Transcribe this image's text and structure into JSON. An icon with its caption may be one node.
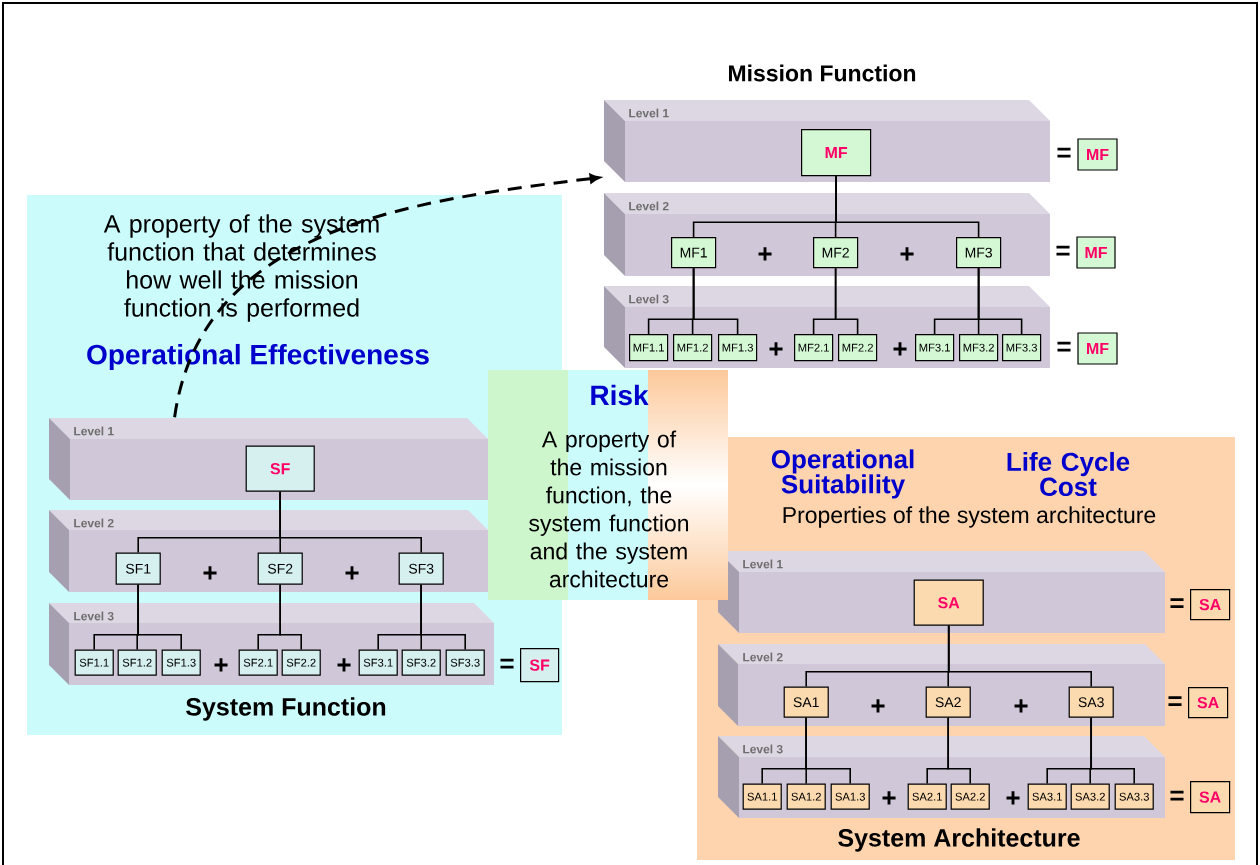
{
  "diagram": {
    "nodes": [
      {
        "text": [
          "Level 1"
        ]
      },
      {
        "text": [
          "MF"
        ],
        "in": 0
      },
      {
        "text": [
          "MF"
        ],
        "beside": [
          "="
        ]
      },
      {
        "text": [
          "Level 2"
        ]
      },
      {
        "text": [
          "MF1"
        ],
        "in": 3
      },
      {
        "text": [
          "MF2"
        ],
        "in": 3
      },
      {
        "text": [
          "MF3"
        ],
        "in": 3
      },
      {
        "text": [
          "MF"
        ],
        "beside": [
          "="
        ]
      },
      {
        "text": [
          "Level 3"
        ]
      },
      {
        "text": [
          "MF1.1"
        ],
        "in": 8
      },
      {
        "text": [
          "MF1.2"
        ],
        "in": 8
      },
      {
        "text": [
          "MF1.3"
        ],
        "in": 8
      },
      {
        "text": [
          "MF2.1"
        ],
        "in": 8
      },
      {
        "text": [
          "MF2.2"
        ],
        "in": 8
      },
      {
        "text": [
          "MF3.1"
        ],
        "in": 8
      },
      {
        "text": [
          "MF3.2"
        ],
        "in": 8
      },
      {
        "text": [
          "MF3.3"
        ],
        "in": 8
      },
      {
        "text": [
          "MF"
        ],
        "beside": [
          "="
        ]
      },
      {
        "text": [
          "A property of the system function that determines how well the mission function is performed",
          "Operational Effectiveness",
          "System Function"
        ]
      },
      {
        "text": [
          "Risk",
          "A property of the mission function, the system function and the system architecture"
        ]
      },
      {
        "text": [
          "Level 1"
        ],
        "in": 18
      },
      {
        "text": [
          "SF"
        ],
        "in": 20
      },
      {
        "text": [
          "Level 2"
        ],
        "in": 18
      },
      {
        "text": [
          "SF1"
        ],
        "in": 22
      },
      {
        "text": [
          "SF2"
        ],
        "in": 22
      },
      {
        "text": [
          "SF3"
        ],
        "in": 22
      },
      {
        "text": [
          "Level 3"
        ],
        "in": 18
      },
      {
        "text": [
          "SF1.1"
        ],
        "in": 26
      },
      {
        "text": [
          "SF1.2"
        ],
        "in": 26
      },
      {
        "text": [
          "SF1.3"
        ],
        "in": 26
      },
      {
        "text": [
          "SF2.1"
        ],
        "in": 26
      },
      {
        "text": [
          "SF2.2"
        ],
        "in": 26
      },
      {
        "text": [
          "SF3.1"
        ],
        "in": 26
      },
      {
        "text": [
          "SF3.2"
        ],
        "in": 26
      },
      {
        "text": [
          "SF3.3"
        ],
        "in": 26
      },
      {
        "text": [
          "SF"
        ],
        "beside": [
          "="
        ],
        "in": 18
      },
      {
        "text": [
          "Operational Suitability",
          "Life Cycle Cost",
          "Properties of the system architecture",
          "System Architecture"
        ]
      },
      {
        "text": [
          "Level 1"
        ],
        "in": 36
      },
      {
        "text": [
          "SA"
        ],
        "in": 37
      },
      {
        "text": [
          "SA"
        ],
        "beside": [
          "="
        ],
        "in": 36
      },
      {
        "text": [
          "Level 2"
        ],
        "in": 36
      },
      {
        "text": [
          "SA1"
        ],
        "in": 40
      },
      {
        "text": [
          "SA2"
        ],
        "in": 40
      },
      {
        "text": [
          "SA3"
        ],
        "in": 40
      },
      {
        "text": [
          "SA"
        ],
        "beside": [
          "="
        ],
        "in": 36
      },
      {
        "text": [
          "Level 3"
        ],
        "in": 36
      },
      {
        "text": [
          "SA1.1"
        ],
        "in": 45
      },
      {
        "text": [
          "SA1.2"
        ],
        "in": 45
      },
      {
        "text": [
          "SA1.3"
        ],
        "in": 45
      },
      {
        "text": [
          "SA2.1"
        ],
        "in": 45
      },
      {
        "text": [
          "SA2.2"
        ],
        "in": 45
      },
      {
        "text": [
          "SA3.1"
        ],
        "in": 45
      },
      {
        "text": [
          "SA3.2"
        ],
        "in": 45
      },
      {
        "text": [
          "SA3.3"
        ],
        "in": 45
      },
      {
        "text": [
          "SA"
        ],
        "beside": [
          "="
        ],
        "in": 36
      }
    ],
    "edges": [
      {
        "from": 20,
        "to": 0,
        "arrow": "to",
        "style": "dashed"
      },
      {
        "from": 1,
        "to": 4,
        "arrow": "none"
      },
      {
        "from": 1,
        "to": 5,
        "arrow": "none"
      },
      {
        "from": 1,
        "to": 6,
        "arrow": "none"
      },
      {
        "from": 4,
        "to": 9,
        "arrow": "none"
      },
      {
        "from": 4,
        "to": 10,
        "arrow": "none"
      },
      {
        "from": 4,
        "to": 11,
        "arrow": "none"
      },
      {
        "from": 5,
        "to": 12,
        "arrow": "none"
      },
      {
        "from": 5,
        "to": 13,
        "arrow": "none"
      },
      {
        "from": 6,
        "to": 14,
        "arrow": "none"
      },
      {
        "from": 6,
        "to": 15,
        "arrow": "none"
      },
      {
        "from": 6,
        "to": 16,
        "arrow": "none"
      },
      {
        "from": 21,
        "to": 23,
        "arrow": "none"
      },
      {
        "from": 21,
        "to": 24,
        "arrow": "none"
      },
      {
        "from": 21,
        "to": 25,
        "arrow": "none"
      },
      {
        "from": 23,
        "to": 27,
        "arrow": "none"
      },
      {
        "from": 23,
        "to": 28,
        "arrow": "none"
      },
      {
        "from": 23,
        "to": 29,
        "arrow": "none"
      },
      {
        "from": 24,
        "to": 30,
        "arrow": "none"
      },
      {
        "from": 24,
        "to": 31,
        "arrow": "none"
      },
      {
        "from": 25,
        "to": 32,
        "arrow": "none"
      },
      {
        "from": 25,
        "to": 33,
        "arrow": "none"
      },
      {
        "from": 25,
        "to": 34,
        "arrow": "none"
      },
      {
        "from": 38,
        "to": 41,
        "arrow": "none"
      },
      {
        "from": 38,
        "to": 42,
        "arrow": "none"
      },
      {
        "from": 38,
        "to": 43,
        "arrow": "none"
      },
      {
        "from": 41,
        "to": 46,
        "arrow": "none"
      },
      {
        "from": 41,
        "to": 47,
        "arrow": "none"
      },
      {
        "from": 41,
        "to": 48,
        "arrow": "none"
      },
      {
        "from": 42,
        "to": 49,
        "arrow": "none"
      },
      {
        "from": 42,
        "to": 50,
        "arrow": "none"
      },
      {
        "from": 43,
        "to": 51,
        "arrow": "none"
      },
      {
        "from": 43,
        "to": 52,
        "arrow": "none"
      },
      {
        "from": 43,
        "to": 53,
        "arrow": "none"
      }
    ],
    "labels": [
      "Mission Function",
      "+",
      "+",
      "+",
      "+",
      "+",
      "+",
      "+",
      "+",
      "+",
      "+",
      "+",
      "+"
    ]
  }
}
